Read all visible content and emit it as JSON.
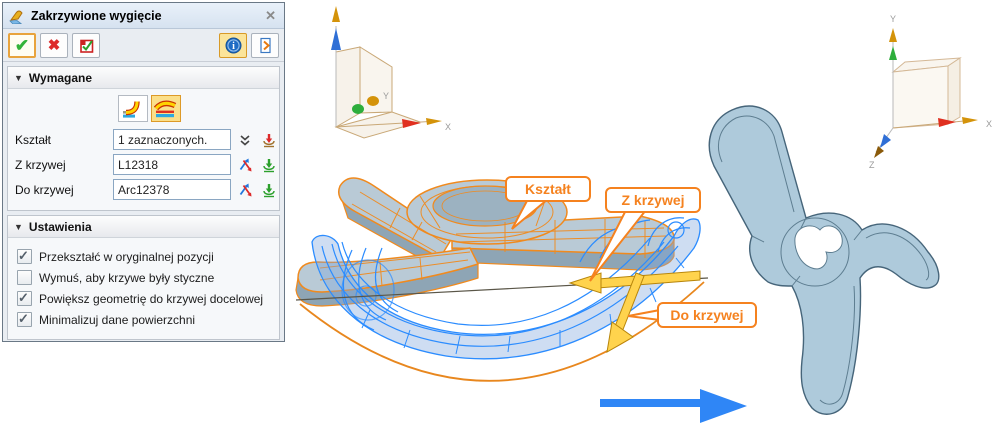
{
  "colors": {
    "accent_orange": "#F5821F",
    "edge_orange": "#F08A1E",
    "wire_blue": "#2B8CFF",
    "gold_arrow": "#FFD34D",
    "gold_arrow_edge": "#B8860B",
    "part_gray": "#B9CAD6",
    "part_gray_dark": "#8EA5B5",
    "result_fill": "#AECADB",
    "result_edge": "#46657A",
    "transform_arrow_blue": "#2F86F6",
    "selected_button_bg": "#FBE49A"
  },
  "icons": {
    "collapse_triangle": "▼",
    "close_glyph": "✕",
    "ok_glyph": "✔",
    "cancel_glyph": "✖",
    "info_glyph": "i"
  },
  "dialog": {
    "title": "Zakrzywione wygięcie",
    "sections": {
      "required": {
        "label": "Wymagane",
        "fields": [
          {
            "label": "Kształt",
            "value": "1 zaznaczonych."
          },
          {
            "label": "Z krzywej",
            "value": "L12318"
          },
          {
            "label": "Do krzywej",
            "value": "Arc12378"
          }
        ]
      },
      "settings": {
        "label": "Ustawienia",
        "checkboxes": [
          {
            "label": "Przekształć w oryginalnej pozycji",
            "checked": true
          },
          {
            "label": "Wymuś, aby krzywe były styczne",
            "checked": false
          },
          {
            "label": "Powiększ geometrię do krzywej docelowej",
            "checked": true
          },
          {
            "label": "Minimalizuj dane powierzchni",
            "checked": true
          }
        ]
      }
    }
  },
  "viewport": {
    "callouts": [
      {
        "label": "Kształt"
      },
      {
        "label": "Z krzywej"
      },
      {
        "label": "Do krzywej"
      }
    ],
    "triad_left": {
      "x_label": "X",
      "y_label": "Y"
    },
    "triad_right": {
      "x_label": "X",
      "y_label": "Y",
      "z_label": "Z"
    }
  }
}
